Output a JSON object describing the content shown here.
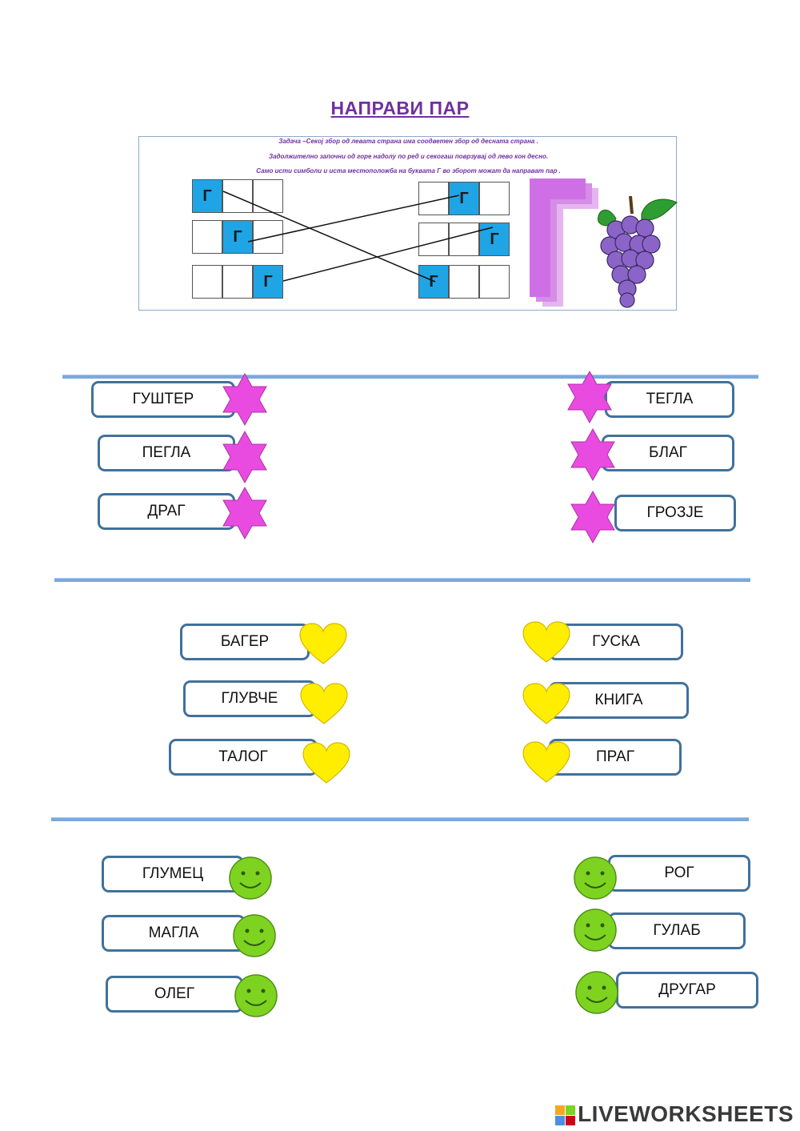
{
  "title": "НАПРАВИ ПАР",
  "instructions": [
    "Задача –Секој збор од левата страна има соодветен збор од десната страна .",
    "Задолжително започни од горе надолу по ред и секогаш поврзувај од лево кон десно.",
    "Само исти симболи и иста местоположба на буквата Г во зборот можат да направат пар ."
  ],
  "example_letter": "Г",
  "section1": {
    "left": [
      "ГУШТЕР",
      "ПЕГЛА",
      "ДРАГ"
    ],
    "right": [
      "ТЕГЛА",
      "БЛАГ",
      "ГРОЗЈЕ"
    ],
    "symbol": "magenta-star",
    "color": "#e94be0"
  },
  "section2": {
    "left": [
      "БАГЕР",
      "ГЛУВЧЕ",
      "ТАЛОГ"
    ],
    "right": [
      "ГУСКА",
      "КНИГА",
      "ПРАГ"
    ],
    "symbol": "yellow-heart",
    "color": "#ffee00"
  },
  "section3": {
    "left": [
      "ГЛУМЕЦ",
      "МАГЛА",
      "ОЛЕГ"
    ],
    "right": [
      "РОГ",
      "ГУЛАБ",
      "ДРУГАР"
    ],
    "symbol": "green-smiley",
    "color": "#7ed321"
  },
  "footer": {
    "brand": "LIVEWORKSHEETS",
    "logo_letters": "LIVE"
  }
}
